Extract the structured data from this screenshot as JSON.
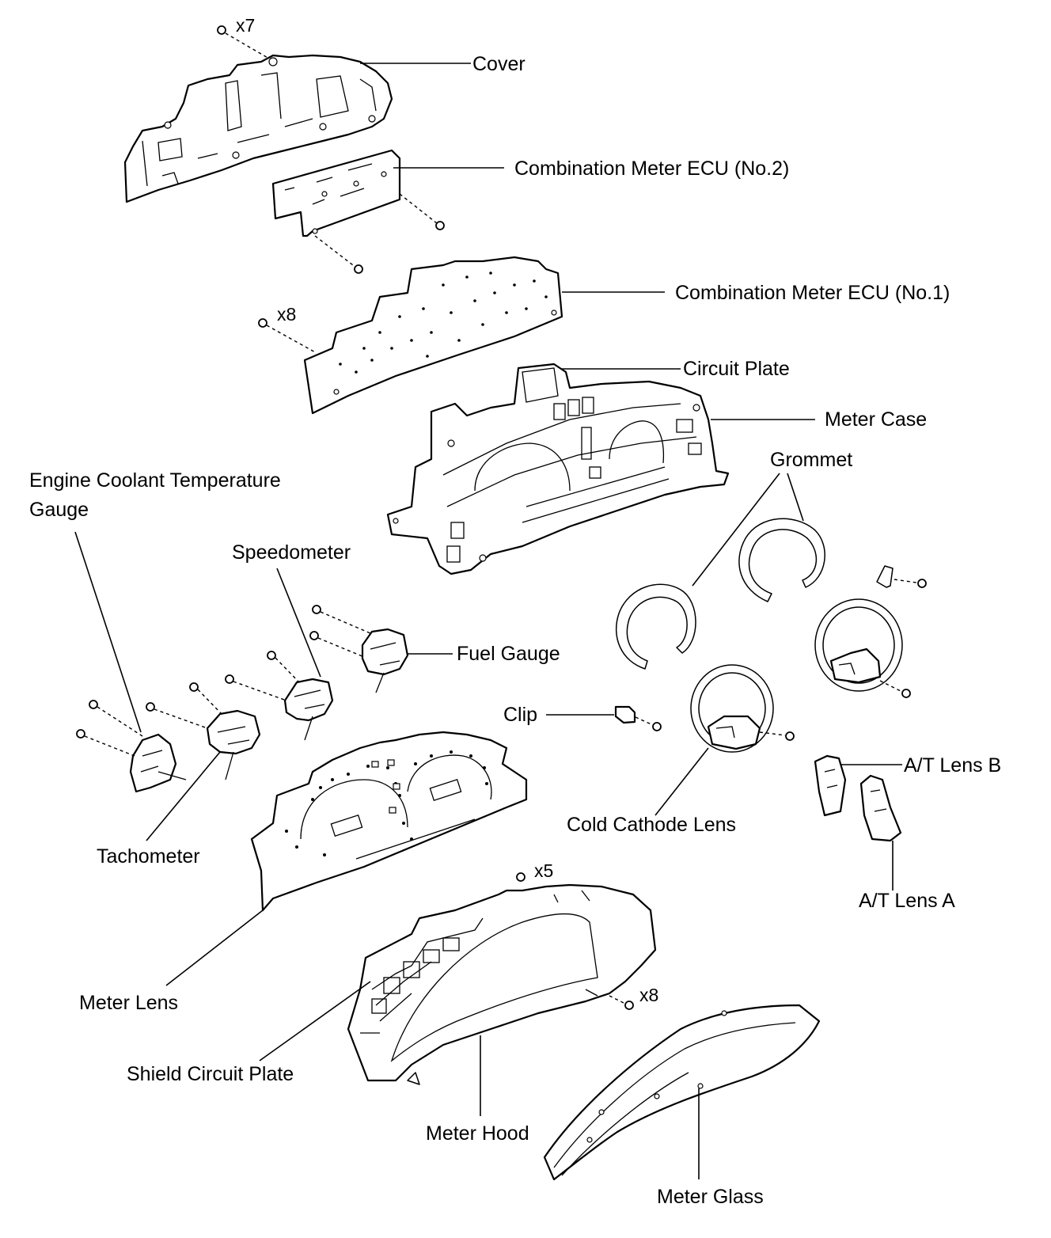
{
  "labels": {
    "cover": "Cover",
    "ecu2": "Combination Meter ECU (No.2)",
    "ecu1": "Combination Meter ECU (No.1)",
    "circuit_plate": "Circuit Plate",
    "meter_case": "Meter Case",
    "grommet": "Grommet",
    "engine_coolant_line1": "Engine Coolant Temperature",
    "engine_coolant_line2": "Gauge",
    "speedometer": "Speedometer",
    "fuel_gauge": "Fuel Gauge",
    "clip": "Clip",
    "at_lens_b": "A/T Lens B",
    "cold_cathode_lens": "Cold Cathode Lens",
    "tachometer": "Tachometer",
    "at_lens_a": "A/T Lens A",
    "meter_lens": "Meter Lens",
    "shield_circuit_plate": "Shield Circuit Plate",
    "meter_hood": "Meter Hood",
    "meter_glass": "Meter Glass"
  },
  "quantities": {
    "cover_screws": "x7",
    "ecu1_screws": "x8",
    "hood_top_screws": "x5",
    "hood_side_screws": "x8"
  }
}
